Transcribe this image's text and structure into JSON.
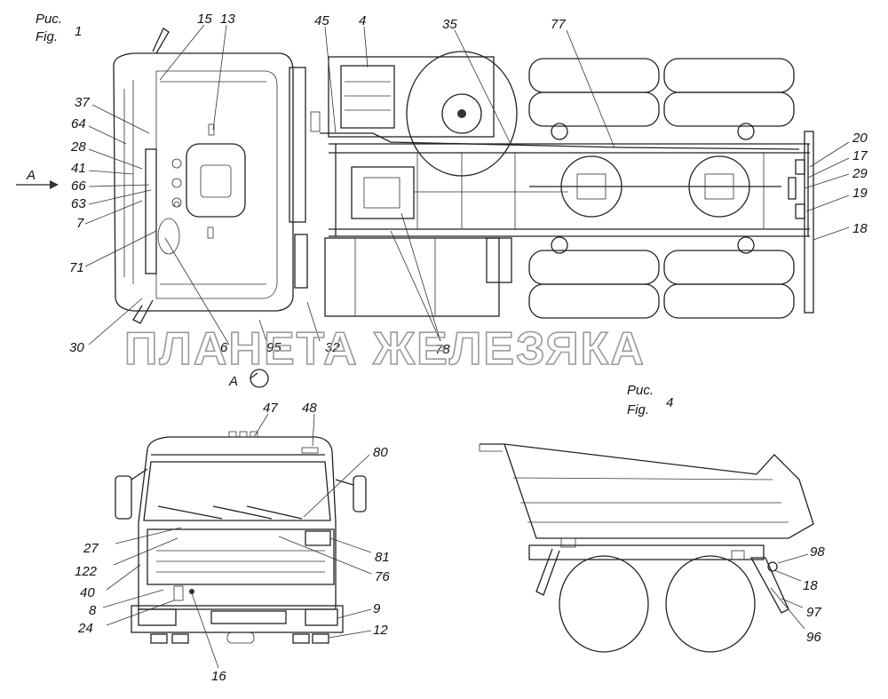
{
  "figures": {
    "fig1": {
      "prefix": "Рис.",
      "label": "Fig.",
      "number": "1"
    },
    "fig4": {
      "prefix": "Рис.",
      "label": "Fig.",
      "number": "4"
    }
  },
  "view_arrow": {
    "letter": "A"
  },
  "view_marker": {
    "letter": "A"
  },
  "watermark": "ПЛАНЕТА ЖЕЛЕЗЯКА",
  "callouts": {
    "c15": "15",
    "c13": "13",
    "c45": "45",
    "c4": "4",
    "c35": "35",
    "c77": "77",
    "c37": "37",
    "c64": "64",
    "c28": "28",
    "c41": "41",
    "c66": "66",
    "c63": "63",
    "c7": "7",
    "c71": "71",
    "c30": "30",
    "c6": "6",
    "c95": "95",
    "c32": "32",
    "c78": "78",
    "c20": "20",
    "c17": "17",
    "c29": "29",
    "c19": "19",
    "c18top": "18",
    "c47": "47",
    "c48": "48",
    "c80": "80",
    "c27": "27",
    "c122": "122",
    "c40": "40",
    "c8": "8",
    "c24": "24",
    "c16": "16",
    "c81": "81",
    "c76": "76",
    "c9": "9",
    "c12": "12",
    "c98": "98",
    "c18side": "18",
    "c97": "97",
    "c96": "96"
  }
}
